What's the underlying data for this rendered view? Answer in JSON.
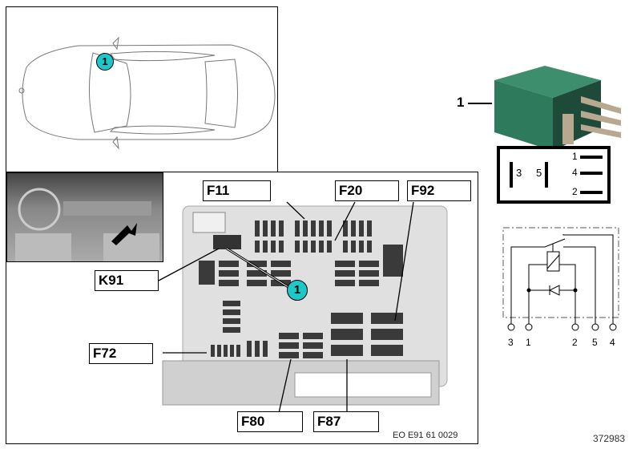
{
  "car_view": {
    "marker": "1"
  },
  "fuse_box": {
    "labels": {
      "F11": "F11",
      "F20": "F20",
      "F92": "F92",
      "K91": "K91",
      "F72": "F72",
      "F80": "F80",
      "F87": "F87"
    },
    "marker": "1",
    "code": "EO E91 61 0029"
  },
  "relay": {
    "callout": "1",
    "pinout": {
      "left": [
        "3",
        "5"
      ],
      "right": [
        "1",
        "4",
        "2"
      ]
    },
    "schematic_pins": [
      "3",
      "1",
      "2",
      "5",
      "4"
    ],
    "body_color": "#2e7a5c"
  },
  "footer": {
    "part_number": "372983"
  },
  "colors": {
    "marker": "#1ec8c8",
    "line": "#000000",
    "box_fill": "#d8d8d8",
    "fuse": "#3a3a3a"
  }
}
